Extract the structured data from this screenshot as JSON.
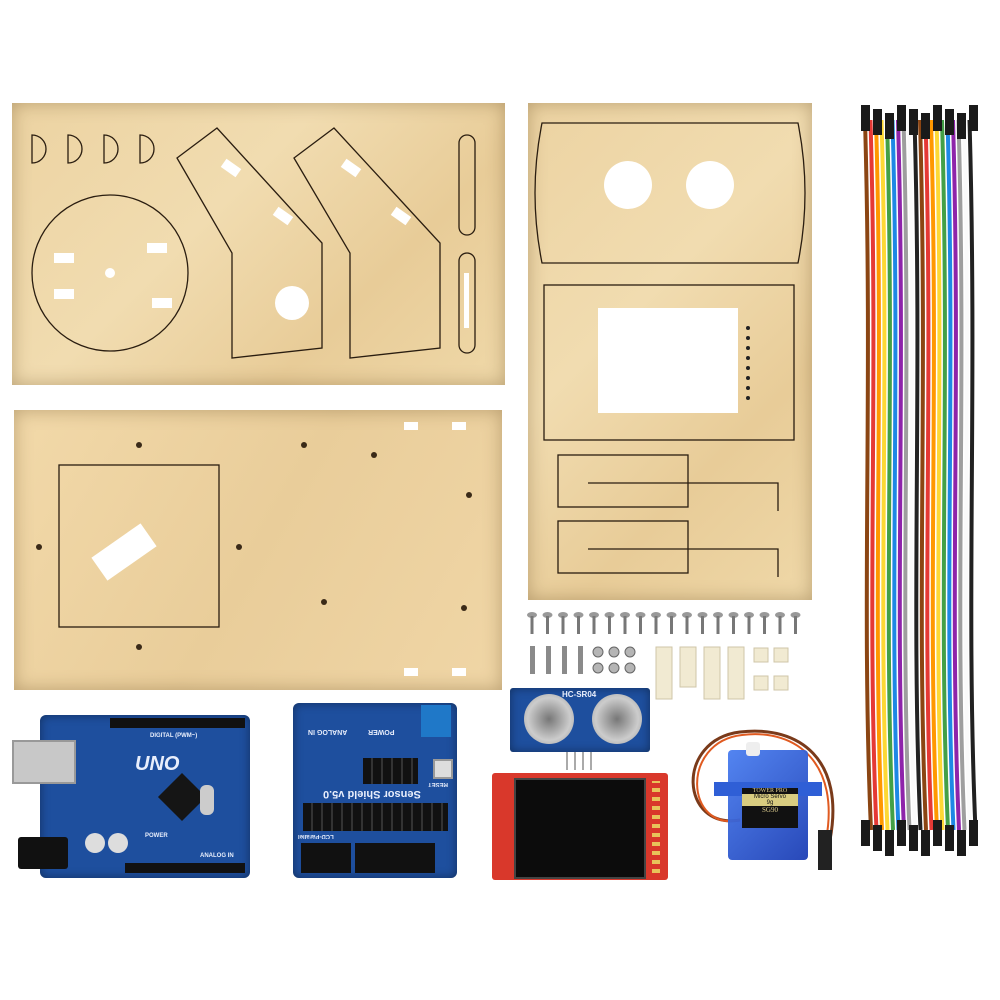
{
  "arduino": {
    "label": "UNO",
    "power_label": "POWER",
    "analog_label": "ANALOG IN",
    "digital_label": "DIGITAL (PWM~)"
  },
  "shield": {
    "label": "Sensor Shield v5.0",
    "reset_label": "RESET",
    "power_label": "POWER",
    "analog_label": "ANALOG IN",
    "lcd_label": "LCD-Parallel"
  },
  "ultrasonic": {
    "label": "HC-SR04"
  },
  "servo": {
    "brand": "TOWER PRO",
    "model_line1": "Micro Servo",
    "model_line2": "9g",
    "model": "SG90"
  },
  "colors": {
    "wood": "#ecd3a2",
    "pcb": "#1e4f9e",
    "servo": "#2f5fd6",
    "tft_pcb": "#d9382b"
  }
}
